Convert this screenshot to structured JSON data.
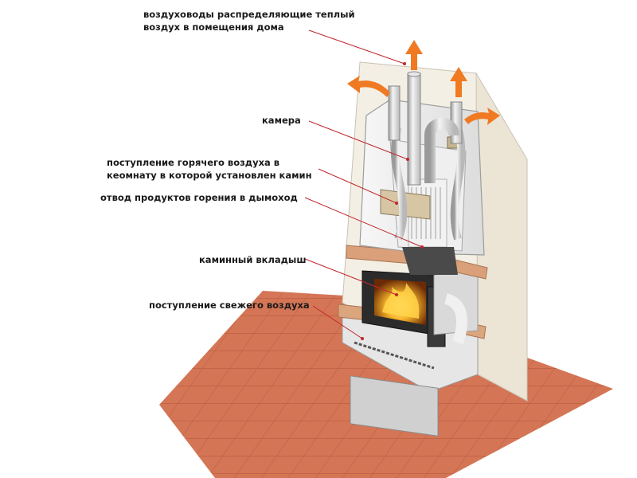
{
  "labels": {
    "air_ducts": {
      "line1": "воздуховоды распределяющие теплый",
      "line2": "воздух в помещения дома"
    },
    "chamber": "камера",
    "hot_air_inlet": {
      "line1": "поступление горячего воздуха в",
      "line2": "кеомнату в которой установлен камин"
    },
    "flue_outlet": "отвод продуктов горения в дымоход",
    "insert": "каминный вкладыш",
    "fresh_air": "поступление свежего воздуха"
  },
  "colors": {
    "pointer_line": "#c0262c",
    "warm_arrow": "#f07a22",
    "floor_tile": "#cf6f52",
    "wall": "#f4efe6",
    "mantel": "#d9a17c",
    "fire": "#f5a623"
  }
}
